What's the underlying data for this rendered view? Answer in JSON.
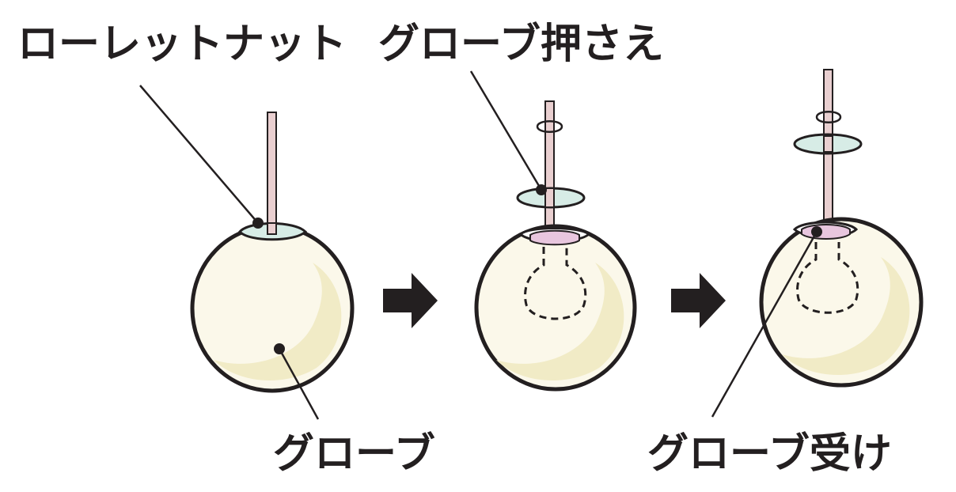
{
  "labels": {
    "knurled_nut": "ローレットナット",
    "globe_holder": "グローブ押さえ",
    "globe": "グローブ",
    "globe_seat": "グローブ受け"
  },
  "colors": {
    "outline": "#231f20",
    "globe_fill": "#fbf8ea",
    "globe_shade": "#f1ebc6",
    "nut_fill": "#d7ece6",
    "seat_fill": "#e8c6de",
    "rod_fill": "#e9cfd0",
    "arrow": "#231f20"
  }
}
